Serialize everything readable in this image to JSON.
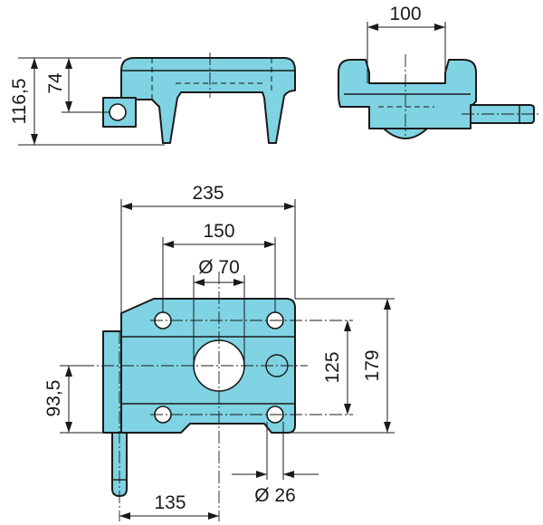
{
  "dimensions": {
    "side_height": "116,5",
    "side_pin_height": "74",
    "end_width": "100",
    "overall_width": "235",
    "hole_spacing_x": "150",
    "center_bore": "Ø 70",
    "overall_height": "179",
    "hole_spacing_y": "125",
    "pin_height": "93,5",
    "pin_to_bore": "135",
    "hole_diameter": "Ø 26"
  },
  "colors": {
    "part_fill": "#7fd3e3",
    "line": "#1a1a1a",
    "background": "#ffffff"
  }
}
